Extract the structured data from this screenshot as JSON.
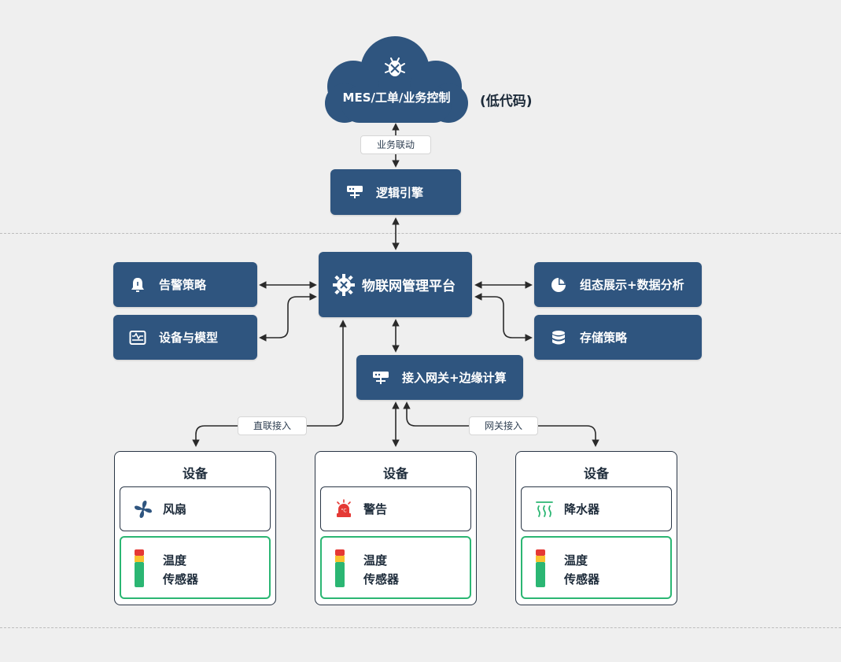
{
  "cloud": {
    "label": "MES/工单/业务控制",
    "note": "(低代码)"
  },
  "labels": {
    "business_link": "业务联动",
    "direct_access": "直联接入",
    "gateway_access": "网关接入"
  },
  "nodes": {
    "logic_engine": "逻辑引擎",
    "iot_platform": "物联网管理平台",
    "alarm_policy": "告警策略",
    "device_model": "设备与模型",
    "visualization": "组态展示+数据分析",
    "storage_policy": "存储策略",
    "gateway_edge": "接入网关+边缘计算"
  },
  "devices": [
    {
      "title": "设备",
      "actuator": "风扇",
      "actuator_icon": "fan-icon",
      "sensor_line1": "温度",
      "sensor_line2": "传感器"
    },
    {
      "title": "设备",
      "actuator": "警告",
      "actuator_icon": "alarm-light-icon",
      "sensor_line1": "温度",
      "sensor_line2": "传感器"
    },
    {
      "title": "设备",
      "actuator": "降水器",
      "actuator_icon": "heat-waves-icon",
      "sensor_line1": "温度",
      "sensor_line2": "传感器"
    }
  ],
  "colors": {
    "node_fill": "#2f557f",
    "sensor_border": "#2bb673",
    "background": "#efefef"
  }
}
